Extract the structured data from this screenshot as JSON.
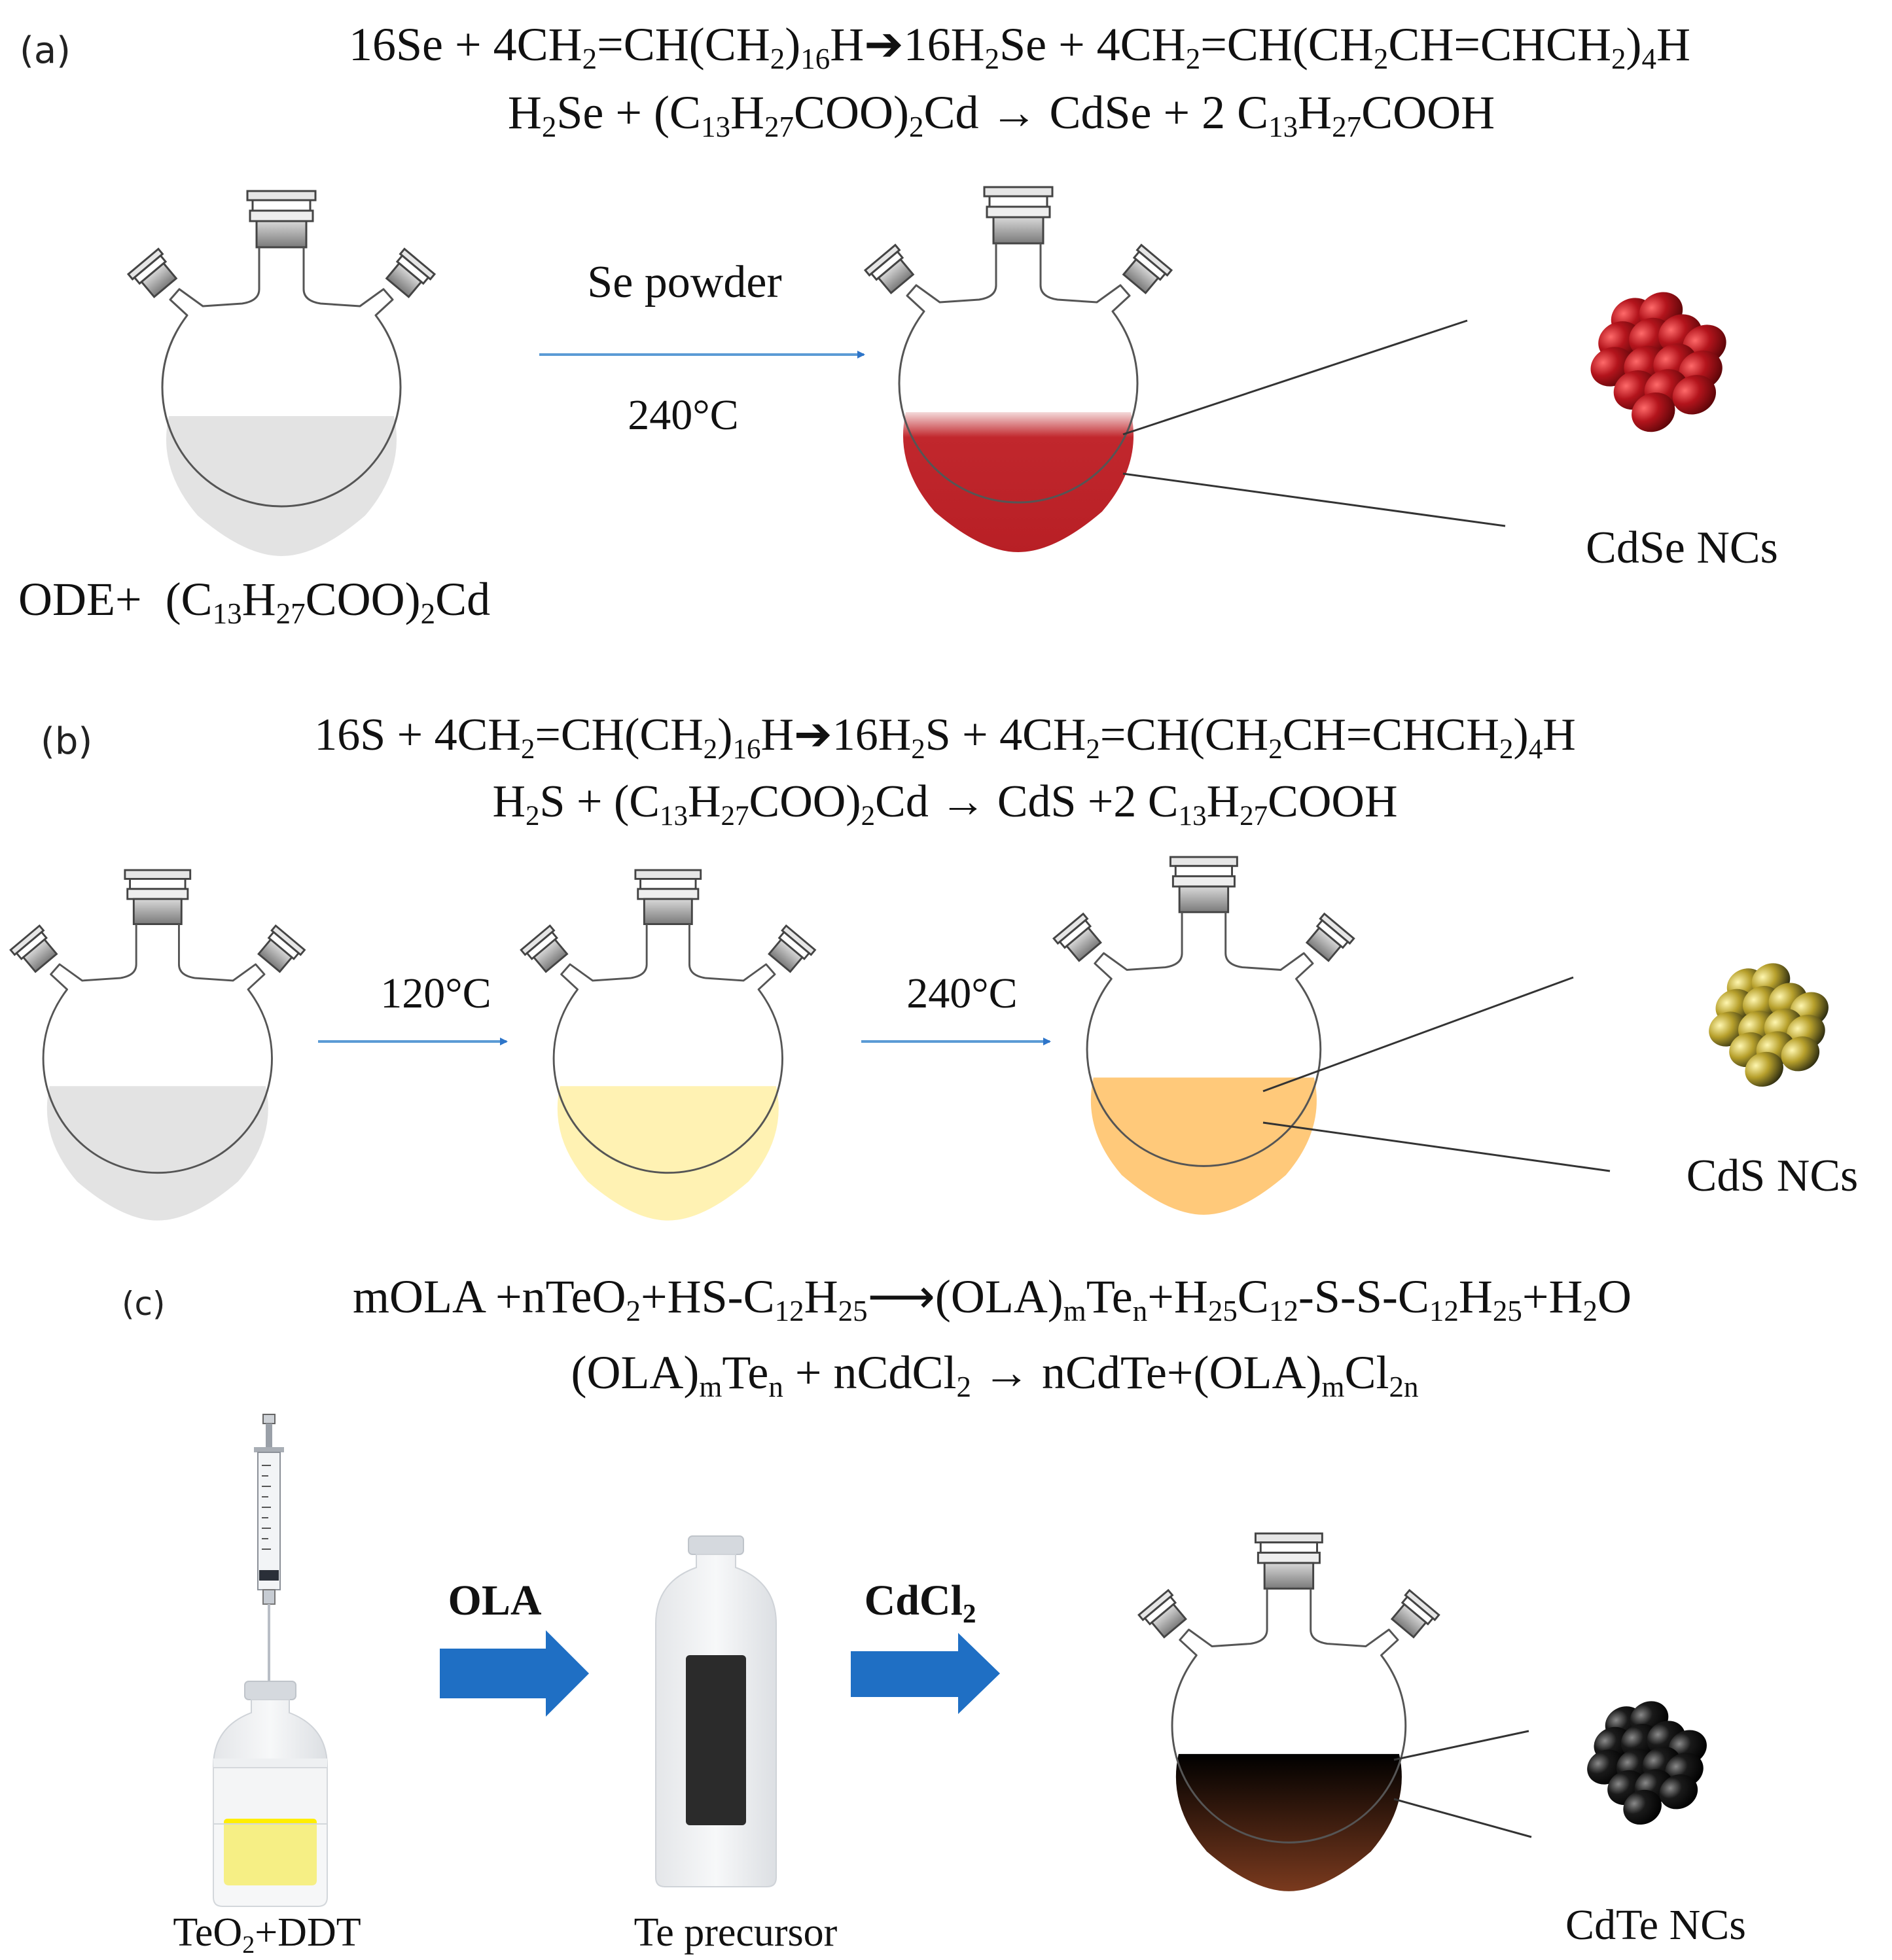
{
  "panel_a": {
    "label": "(a)",
    "eq1": {
      "parts": [
        {
          "t": "16Se + 4CH"
        },
        {
          "t": "2",
          "s": "sub"
        },
        {
          "t": "=CH(CH"
        },
        {
          "t": "2",
          "s": "sub"
        },
        {
          "t": ")"
        },
        {
          "t": "16",
          "s": "sub"
        },
        {
          "t": "H➔16H"
        },
        {
          "t": "2",
          "s": "sub"
        },
        {
          "t": "Se + 4CH"
        },
        {
          "t": "2",
          "s": "sub"
        },
        {
          "t": "=CH(CH"
        },
        {
          "t": "2",
          "s": "sub"
        },
        {
          "t": "CH=CHCH"
        },
        {
          "t": "2",
          "s": "sub"
        },
        {
          "t": ")"
        },
        {
          "t": "4",
          "s": "sub"
        },
        {
          "t": "H"
        }
      ]
    },
    "eq2": {
      "parts": [
        {
          "t": "H"
        },
        {
          "t": "2",
          "s": "sub"
        },
        {
          "t": "Se + (C"
        },
        {
          "t": "13",
          "s": "sub"
        },
        {
          "t": "H"
        },
        {
          "t": "27",
          "s": "sub"
        },
        {
          "t": "COO)"
        },
        {
          "t": "2",
          "s": "sub"
        },
        {
          "t": "Cd → CdSe + 2 C"
        },
        {
          "t": "13",
          "s": "sub"
        },
        {
          "t": "H"
        },
        {
          "t": "27",
          "s": "sub"
        },
        {
          "t": "COOH"
        }
      ]
    },
    "arrow_top": "Se powder",
    "arrow_bottom": "240°C",
    "reagents": {
      "parts": [
        {
          "t": "ODE+  (C"
        },
        {
          "t": "13",
          "s": "sub"
        },
        {
          "t": "H"
        },
        {
          "t": "27",
          "s": "sub"
        },
        {
          "t": "COO)"
        },
        {
          "t": "2",
          "s": "sub"
        },
        {
          "t": "Cd"
        }
      ]
    },
    "product": "CdSe NCs",
    "colors": {
      "liquid_start": "#e3e3e3",
      "liquid_end": "#c1272d",
      "particle": "#c1272d"
    }
  },
  "panel_b": {
    "label": "(b)",
    "eq1": {
      "parts": [
        {
          "t": "16S + 4CH"
        },
        {
          "t": "2",
          "s": "sub"
        },
        {
          "t": "=CH(CH"
        },
        {
          "t": "2",
          "s": "sub"
        },
        {
          "t": ")"
        },
        {
          "t": "16",
          "s": "sub"
        },
        {
          "t": "H➔16H"
        },
        {
          "t": "2",
          "s": "sub"
        },
        {
          "t": "S + 4CH"
        },
        {
          "t": "2",
          "s": "sub"
        },
        {
          "t": "=CH(CH"
        },
        {
          "t": "2",
          "s": "sub"
        },
        {
          "t": "CH=CHCH"
        },
        {
          "t": "2",
          "s": "sub"
        },
        {
          "t": ")"
        },
        {
          "t": "4",
          "s": "sub"
        },
        {
          "t": "H"
        }
      ]
    },
    "eq2": {
      "parts": [
        {
          "t": "H"
        },
        {
          "t": "2",
          "s": "sub"
        },
        {
          "t": "S + (C"
        },
        {
          "t": "13",
          "s": "sub"
        },
        {
          "t": "H"
        },
        {
          "t": "27",
          "s": "sub"
        },
        {
          "t": "COO)"
        },
        {
          "t": "2",
          "s": "sub"
        },
        {
          "t": "Cd → CdS +2 C"
        },
        {
          "t": "13",
          "s": "sub"
        },
        {
          "t": "H"
        },
        {
          "t": "27",
          "s": "sub"
        },
        {
          "t": "COOH"
        }
      ]
    },
    "arrow1": "120°C",
    "arrow2": "240°C",
    "product": "CdS NCs",
    "colors": {
      "liquid_1": "#e3e3e3",
      "liquid_2": "#fff2b3",
      "liquid_3": "#ffc97a",
      "particle": "#c9b23a"
    }
  },
  "panel_c": {
    "label": "(c)",
    "eq1": {
      "parts": [
        {
          "t": "mOLA +nTeO"
        },
        {
          "t": "2",
          "s": "sub"
        },
        {
          "t": "+HS-C"
        },
        {
          "t": "12",
          "s": "sub"
        },
        {
          "t": "H"
        },
        {
          "t": "25",
          "s": "sub"
        },
        {
          "t": "⟶(OLA)"
        },
        {
          "t": "m",
          "s": "sub"
        },
        {
          "t": "Te"
        },
        {
          "t": "n",
          "s": "sub"
        },
        {
          "t": "+H"
        },
        {
          "t": "25",
          "s": "sub"
        },
        {
          "t": "C"
        },
        {
          "t": "12",
          "s": "sub"
        },
        {
          "t": "-S-S-C"
        },
        {
          "t": "12",
          "s": "sub"
        },
        {
          "t": "H"
        },
        {
          "t": "25",
          "s": "sub"
        },
        {
          "t": "+H"
        },
        {
          "t": "2",
          "s": "sub"
        },
        {
          "t": "O"
        }
      ]
    },
    "eq2": {
      "parts": [
        {
          "t": "(OLA)"
        },
        {
          "t": "m",
          "s": "sub"
        },
        {
          "t": "Te"
        },
        {
          "t": "n",
          "s": "sub"
        },
        {
          "t": " + nCdCl"
        },
        {
          "t": "2",
          "s": "sub"
        },
        {
          "t": " → nCdTe+(OLA)"
        },
        {
          "t": "m",
          "s": "sub"
        },
        {
          "t": "Cl"
        },
        {
          "t": "2n",
          "s": "sub"
        }
      ]
    },
    "arrow1": "OLA",
    "arrow2": {
      "parts": [
        {
          "t": "CdCl"
        },
        {
          "t": "2",
          "s": "sub"
        }
      ]
    },
    "bottle1_label": {
      "parts": [
        {
          "t": "TeO"
        },
        {
          "t": "2",
          "s": "sub"
        },
        {
          "t": "+DDT"
        }
      ]
    },
    "bottle2_label": "Te precursor",
    "product": "CdTe NCs",
    "colors": {
      "bottle1_liquid": "#ffee00",
      "bottle2_liquid": "#2b2b2b",
      "liquid_top": "#000000",
      "liquid_bottom": "#7a3a1e",
      "particle": "#1a1a1a",
      "arrow": "#1f6fc4"
    }
  }
}
